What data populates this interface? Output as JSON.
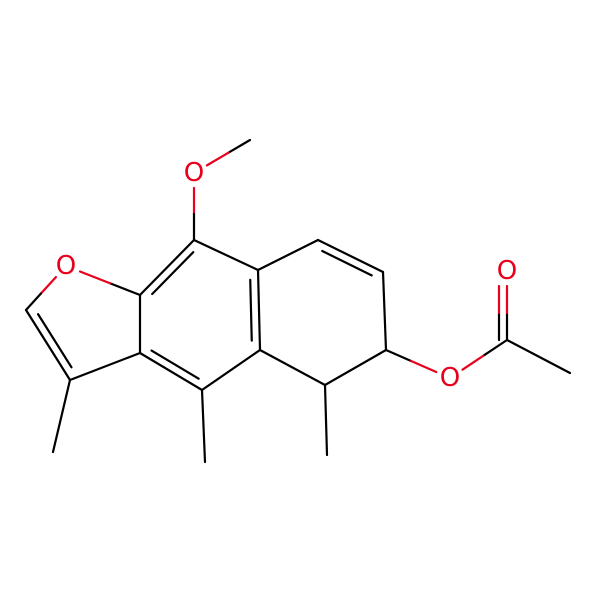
{
  "molecule": {
    "colors": {
      "carbon_bond": "#000000",
      "oxygen": "#E8001C",
      "background": "#FFFFFF"
    },
    "atom_labels": [
      {
        "id": "o-methoxy",
        "text": "O"
      },
      {
        "id": "o-furan",
        "text": "O"
      },
      {
        "id": "o-ester",
        "text": "O"
      },
      {
        "id": "o-carbonyl",
        "text": "O"
      }
    ]
  }
}
